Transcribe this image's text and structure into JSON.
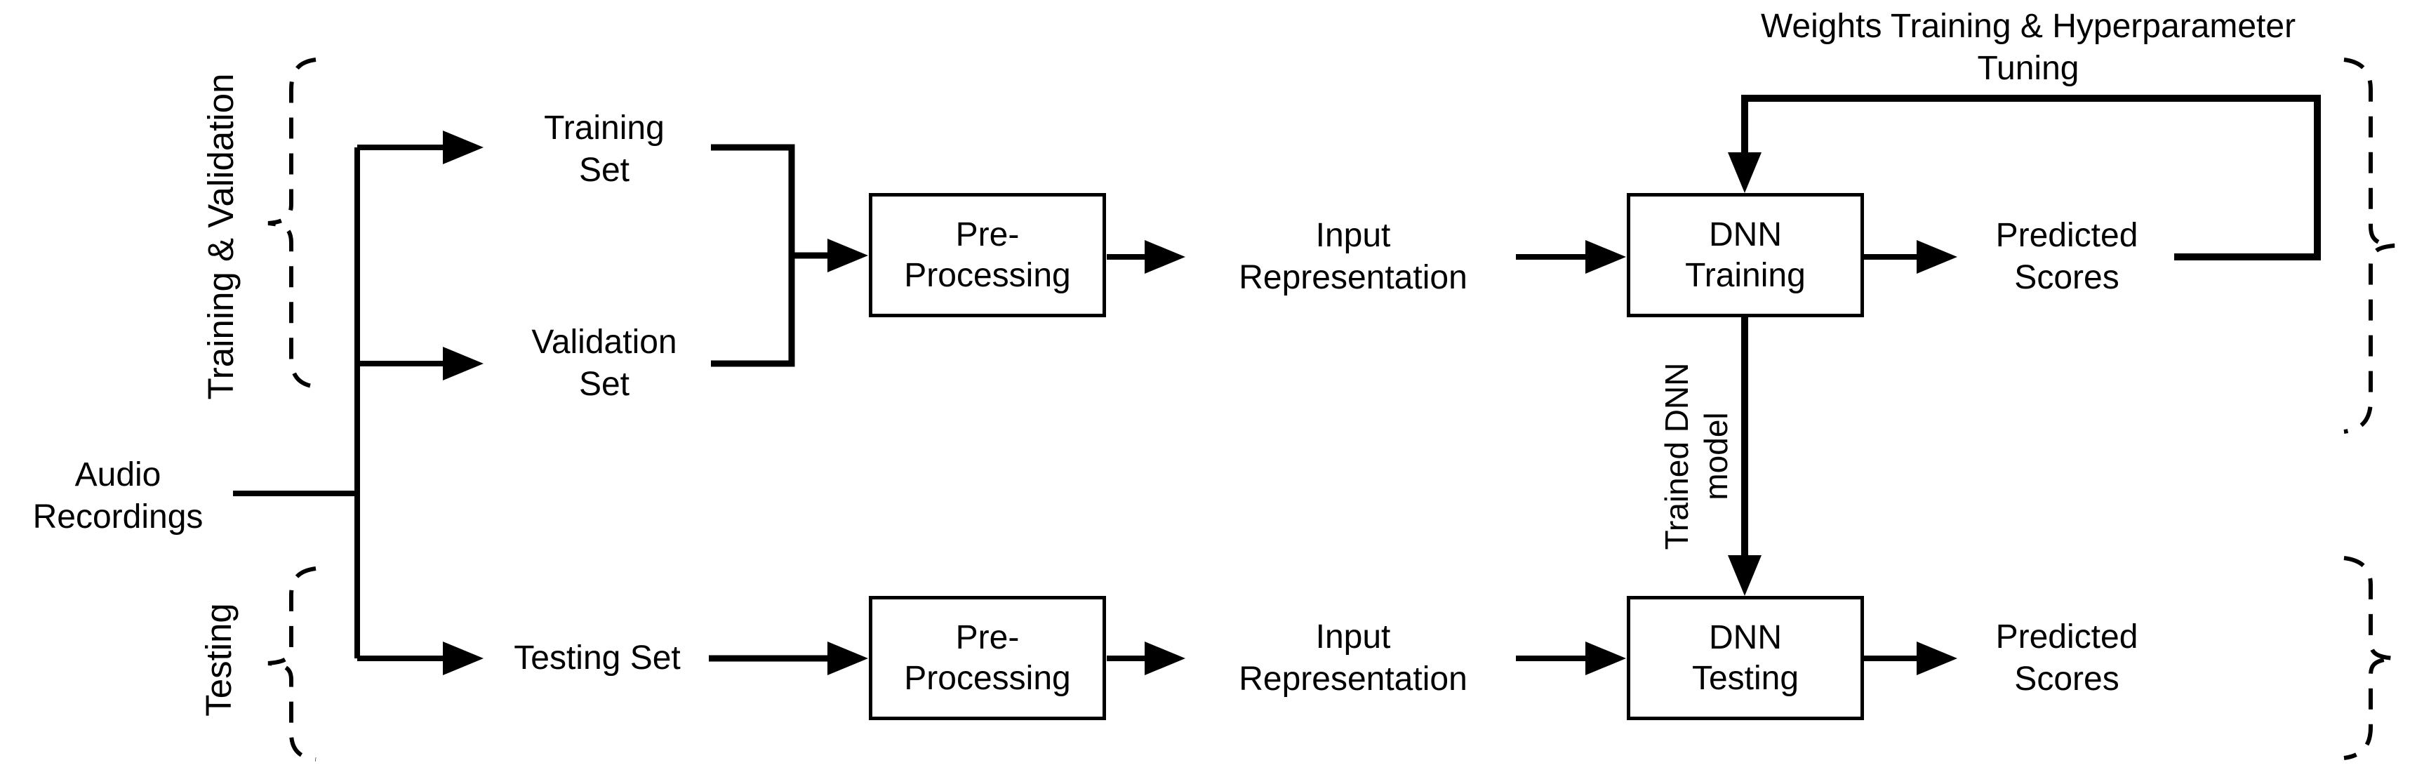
{
  "diagram": {
    "source_label": "Audio\nRecordings",
    "sections": {
      "training_validation": "Training & Validation",
      "testing": "Testing"
    },
    "nodes": {
      "training_set": "Training\nSet",
      "validation_set": "Validation\nSet",
      "testing_set": "Testing Set",
      "preprocessing_top": "Pre-\nProcessing",
      "preprocessing_bottom": "Pre-\nProcessing",
      "input_representation_top": "Input\nRepresentation",
      "input_representation_bottom": "Input\nRepresentation",
      "dnn_training": "DNN\nTraining",
      "dnn_testing": "DNN\nTesting",
      "predicted_scores_top": "Predicted\nScores",
      "predicted_scores_bottom": "Predicted\nScores"
    },
    "annotations": {
      "feedback_loop": "Weights Training & Hyperparameter\nTuning",
      "model_transfer": "Trained DNN\nmodel"
    },
    "colors": {
      "stroke": "#000000",
      "background": "#ffffff"
    }
  }
}
